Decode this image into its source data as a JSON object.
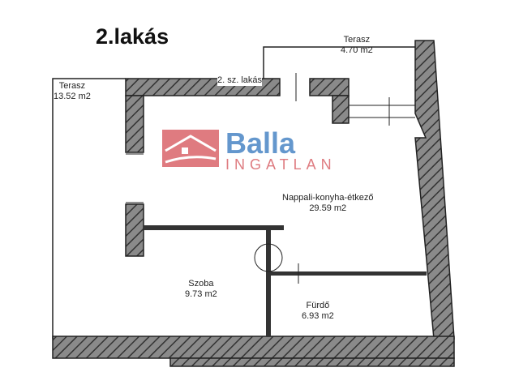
{
  "title": "2.lakás",
  "unit_label": "2. sz. lakás",
  "rooms": [
    {
      "name": "Terasz",
      "area": "4.70 m2"
    },
    {
      "name": "Terasz",
      "area": "13.52 m2"
    },
    {
      "name": "Nappali-konyha-étkező",
      "area": "29.59 m2"
    },
    {
      "name": "Szoba",
      "area": "9.73 m2"
    },
    {
      "name": "Fürdő",
      "area": "6.93 m2"
    }
  ],
  "watermark": {
    "name": "Balla",
    "sub": "INGATLAN",
    "colors": {
      "blue": "#4a86c5",
      "red": "#d9646a"
    }
  }
}
